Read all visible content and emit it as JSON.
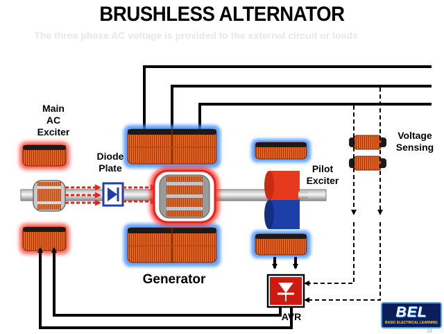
{
  "title": "BRUSHLESS ALTERNATOR",
  "subtitle": "The three phase AC voltage is provided to the external circuit or loads",
  "labels": {
    "main_ac_exciter": [
      "Main",
      "AC",
      "Exciter"
    ],
    "diode_plate": [
      "Diode",
      "Plate"
    ],
    "pilot_exciter": [
      "Pilot",
      "Exciter"
    ],
    "voltage_sensing": [
      "Voltage",
      "Sensing"
    ],
    "generator": "Generator",
    "avr": "AVR"
  },
  "logo": {
    "main": "BEL",
    "sub": "BASIC ELECTRICAL LEARNING"
  },
  "page_number": "13",
  "colors": {
    "coil_orange": "#e8621c",
    "coil_dark": "#1a1a1a",
    "glow_blue": "#3b8cff",
    "glow_red": "#ff2a1a",
    "flow_red": "#e8211a",
    "magnet_red": "#e53a1e",
    "magnet_blue": "#1c3fa8"
  }
}
